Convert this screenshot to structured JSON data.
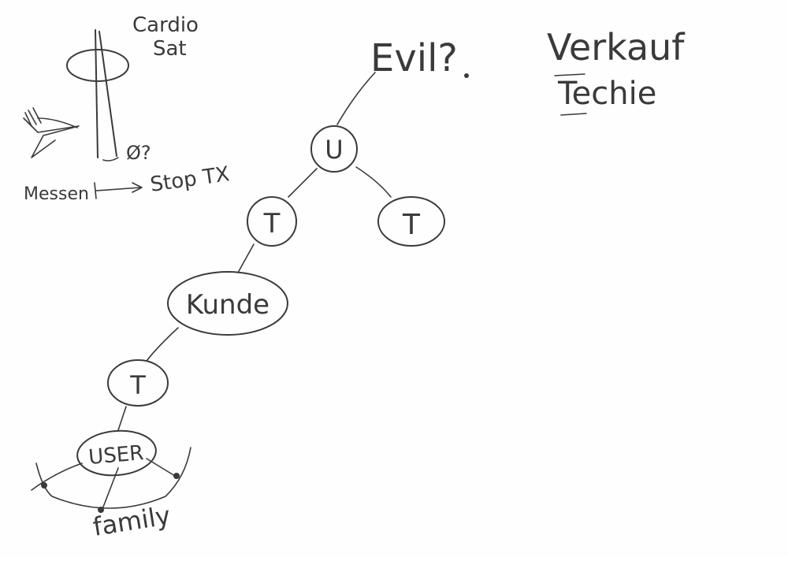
{
  "canvas": {
    "background": "#fefefe",
    "ink_color": "#3a3a3a"
  },
  "top_left": {
    "satellite_label_line1": "Cardio",
    "satellite_label_line2": "Sat",
    "null_question": "Ø?",
    "messen_label": "Messen",
    "stop_label": "Stop TX"
  },
  "top_right": {
    "verkauf": "Verkauf",
    "techie": "Techie"
  },
  "tree": {
    "root_label": "Evil?",
    "u_node": "U",
    "t_left": "T",
    "t_right": "T",
    "kunde": "Kunde",
    "t_lower": "T",
    "user": "USER",
    "family": "family"
  }
}
